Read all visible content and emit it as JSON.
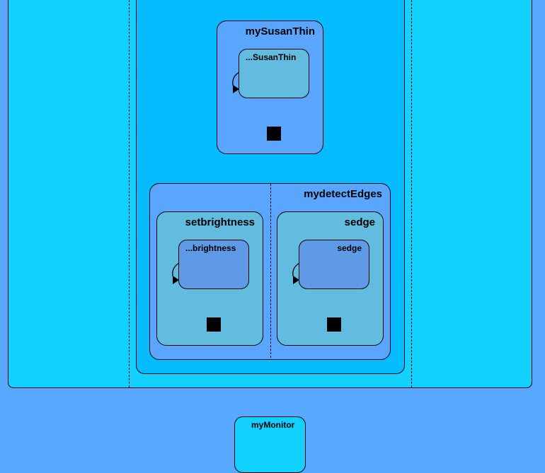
{
  "colors": {
    "background": "#57a9ff",
    "outer_region": "#12d1ff",
    "inner_region": "#04bcff",
    "state_blue": "#5aa6ff",
    "substate_teal": "#61bce0",
    "leaf_blue": "#5f9ae6",
    "monitor": "#12d1ff"
  },
  "states": {
    "mySusanThin": {
      "label": "mySusanThin",
      "child_label": "...SusanThin"
    },
    "mydetectEdges": {
      "label": "mydetectEdges"
    },
    "setbrightness": {
      "label": "setbrightness",
      "child_label": "...brightness"
    },
    "sedge": {
      "label": "sedge",
      "child_label": "sedge"
    },
    "myMonitor": {
      "label": "myMonitor"
    }
  }
}
